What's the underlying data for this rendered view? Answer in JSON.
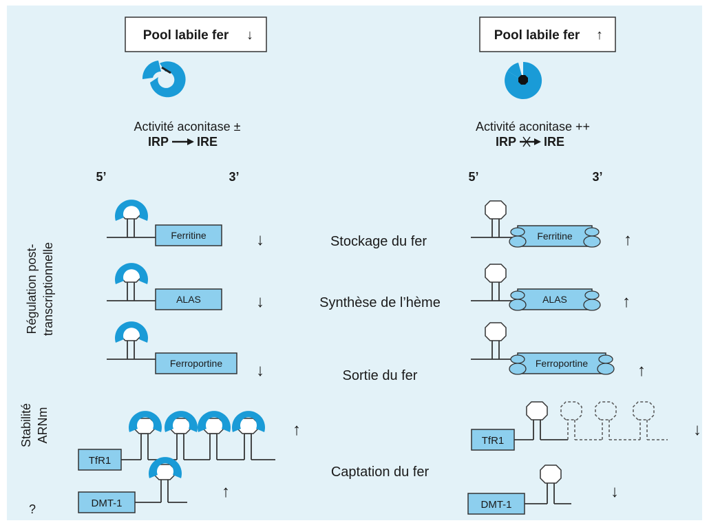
{
  "colors": {
    "background": "#e3f2f8",
    "irp": "#1a9bd7",
    "gene_box": "#8dcfee",
    "line": "#333333",
    "arrow": "#1a1a1a"
  },
  "left": {
    "pool_label": "Pool labile fer",
    "pool_arrow": "↓",
    "activity": "Activité aconitase ±",
    "irp_ire_left": "IRP",
    "irp_ire_right": "IRE",
    "five_prime": "5’",
    "three_prime": "3’",
    "genes": [
      "Ferritine",
      "ALAS",
      "Ferroportine"
    ],
    "gene_arrows": [
      "↓",
      "↓",
      "↓"
    ],
    "tfr1": "TfR1",
    "tfr1_arrow": "↑",
    "dmt1": "DMT-1",
    "dmt1_arrow": "↑"
  },
  "right": {
    "pool_label": "Pool labile fer",
    "pool_arrow": "↑",
    "activity": "Activité aconitase ++",
    "irp_ire_left": "IRP",
    "irp_ire_right": "IRE",
    "five_prime": "5’",
    "three_prime": "3’",
    "genes": [
      "Ferritine",
      "ALAS",
      "Ferroportine"
    ],
    "gene_arrows": [
      "↑",
      "↑",
      "↑"
    ],
    "tfr1": "TfR1",
    "tfr1_arrow": "↓",
    "dmt1": "DMT-1",
    "dmt1_arrow": "↓"
  },
  "center": {
    "processes": [
      "Stockage du fer",
      "Synthèse de l’hème",
      "Sortie du fer",
      "Captation du fer"
    ]
  },
  "side_labels": {
    "regulation_line1": "Régulation post-",
    "regulation_line2": "transcriptionnelle",
    "stability_line1": "Stabilité",
    "stability_line2": "ARNm",
    "question": "?"
  }
}
